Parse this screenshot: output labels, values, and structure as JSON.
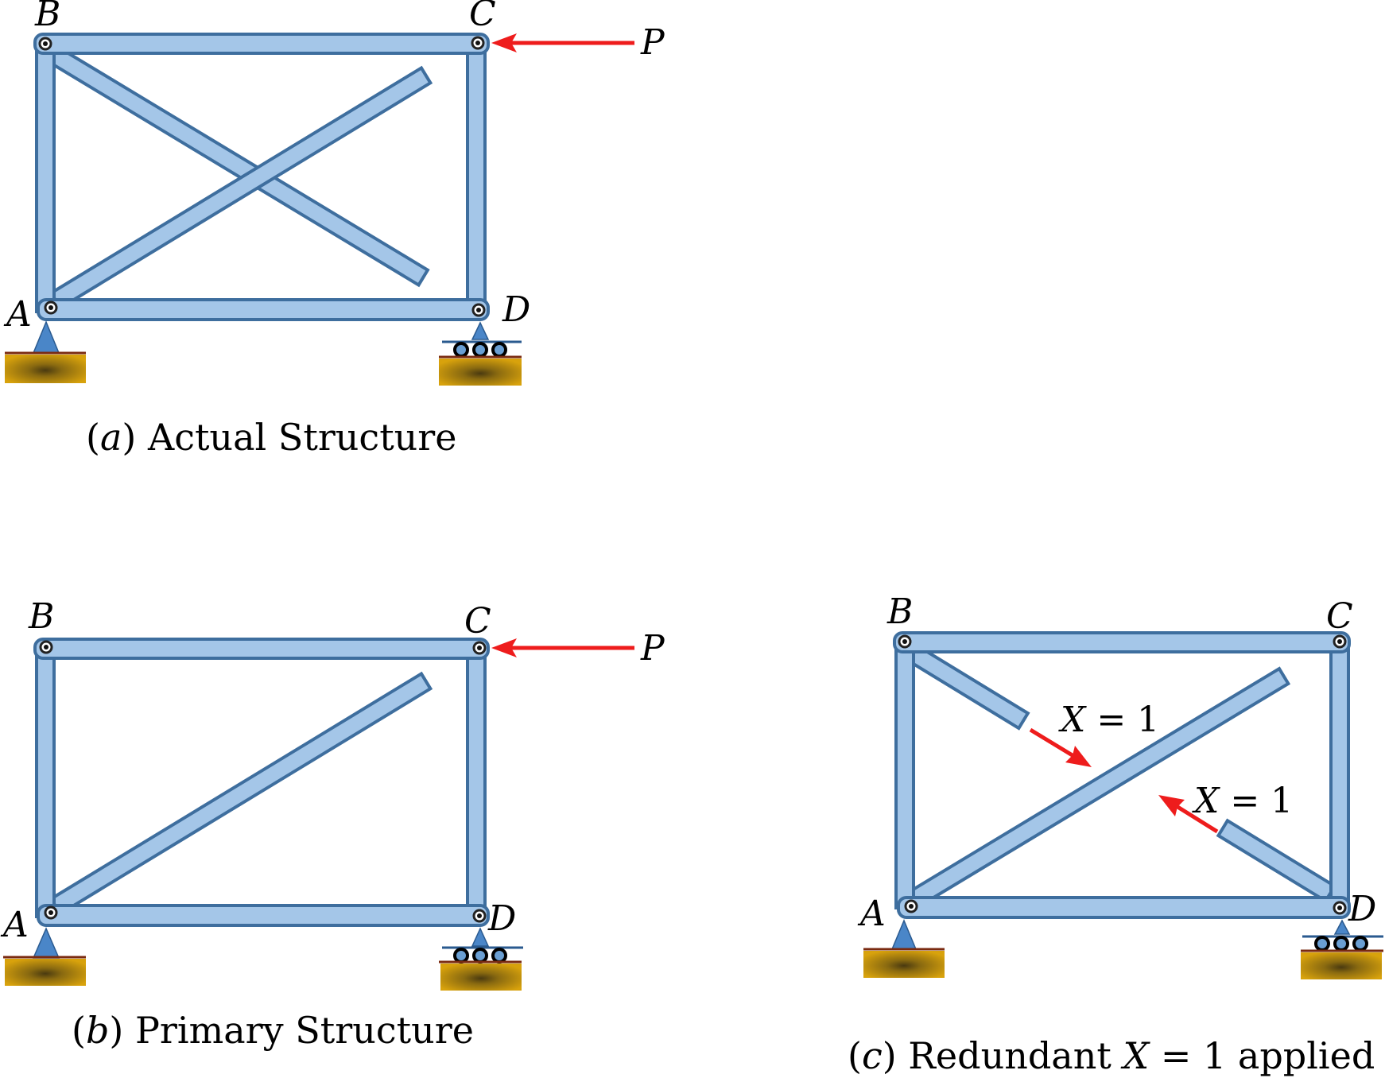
{
  "panels": {
    "a": {
      "caption_letter": "a",
      "caption_text": "Actual Structure",
      "joint_labels": {
        "A": "A",
        "B": "B",
        "C": "C",
        "D": "D"
      },
      "load_label": "P"
    },
    "b": {
      "caption_letter": "b",
      "caption_text": "Primary Structure",
      "joint_labels": {
        "A": "A",
        "B": "B",
        "C": "C",
        "D": "D"
      },
      "load_label": "P"
    },
    "c": {
      "caption_letter": "c",
      "caption_text_1": "Redundant",
      "caption_var": "X",
      "caption_text_2": "= 1 applied",
      "joint_labels": {
        "A": "A",
        "B": "B",
        "C": "C",
        "D": "D"
      },
      "redundant_var": "X",
      "redundant_value": "= 1"
    }
  },
  "colors": {
    "member_fill": "#a4c6e8",
    "member_stroke": "#3e6e9e",
    "load_arrow": "#ee1c1c",
    "ground": "#c8960c"
  },
  "icons": [
    "pin-support-icon",
    "roller-support-icon",
    "load-arrow-icon",
    "pin-joint-icon"
  ]
}
